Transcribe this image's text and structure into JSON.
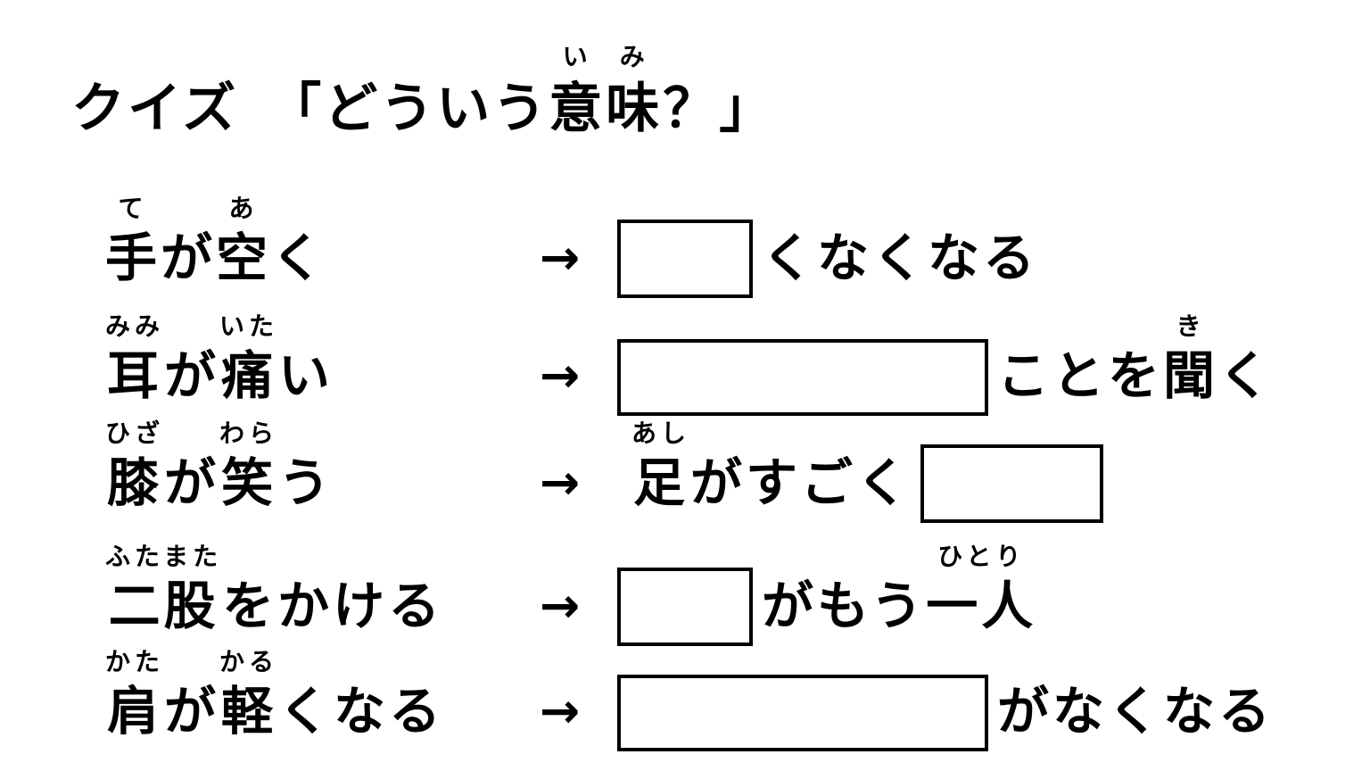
{
  "page": {
    "background": "#ffffff",
    "text_color": "#000000"
  },
  "arrow": "→",
  "title": {
    "pre": "クイズ　「どういう",
    "ruby": [
      {
        "base": "意",
        "ruby": "い"
      },
      {
        "base": "味",
        "ruby": "み"
      }
    ],
    "post": "？」"
  },
  "rows": [
    {
      "left": [
        {
          "b": "手",
          "r": "て"
        },
        {
          "t": "が"
        },
        {
          "b": "空",
          "r": "あ"
        },
        {
          "t": "く"
        }
      ],
      "right": [
        {
          "blank": "small"
        },
        {
          "t": "くなくなる"
        }
      ]
    },
    {
      "left": [
        {
          "b": "耳",
          "r": "みみ"
        },
        {
          "t": "が"
        },
        {
          "b": "痛",
          "r": "いた"
        },
        {
          "t": "い"
        }
      ],
      "right": [
        {
          "blank": "wide"
        },
        {
          "t": "ことを"
        },
        {
          "b": "聞",
          "r": "き"
        },
        {
          "t": "く"
        }
      ]
    },
    {
      "left": [
        {
          "b": "膝",
          "r": "ひざ"
        },
        {
          "t": "が"
        },
        {
          "b": "笑",
          "r": "わら"
        },
        {
          "t": "う"
        }
      ],
      "right": [
        {
          "b": "足",
          "r": "あし"
        },
        {
          "t": "がすごく"
        },
        {
          "blank": "medium"
        }
      ]
    },
    {
      "left": [
        {
          "b": "二股",
          "r": "ふたまた"
        },
        {
          "t": "をかける"
        }
      ],
      "right": [
        {
          "blank": "small"
        },
        {
          "t": "がもう"
        },
        {
          "b": "一人",
          "r": "ひとり"
        }
      ]
    },
    {
      "left": [
        {
          "b": "肩",
          "r": "かた"
        },
        {
          "t": "が"
        },
        {
          "b": "軽",
          "r": "かる"
        },
        {
          "t": "くなる"
        }
      ],
      "right": [
        {
          "blank": "wide"
        },
        {
          "t": "がなくなる"
        }
      ]
    }
  ]
}
